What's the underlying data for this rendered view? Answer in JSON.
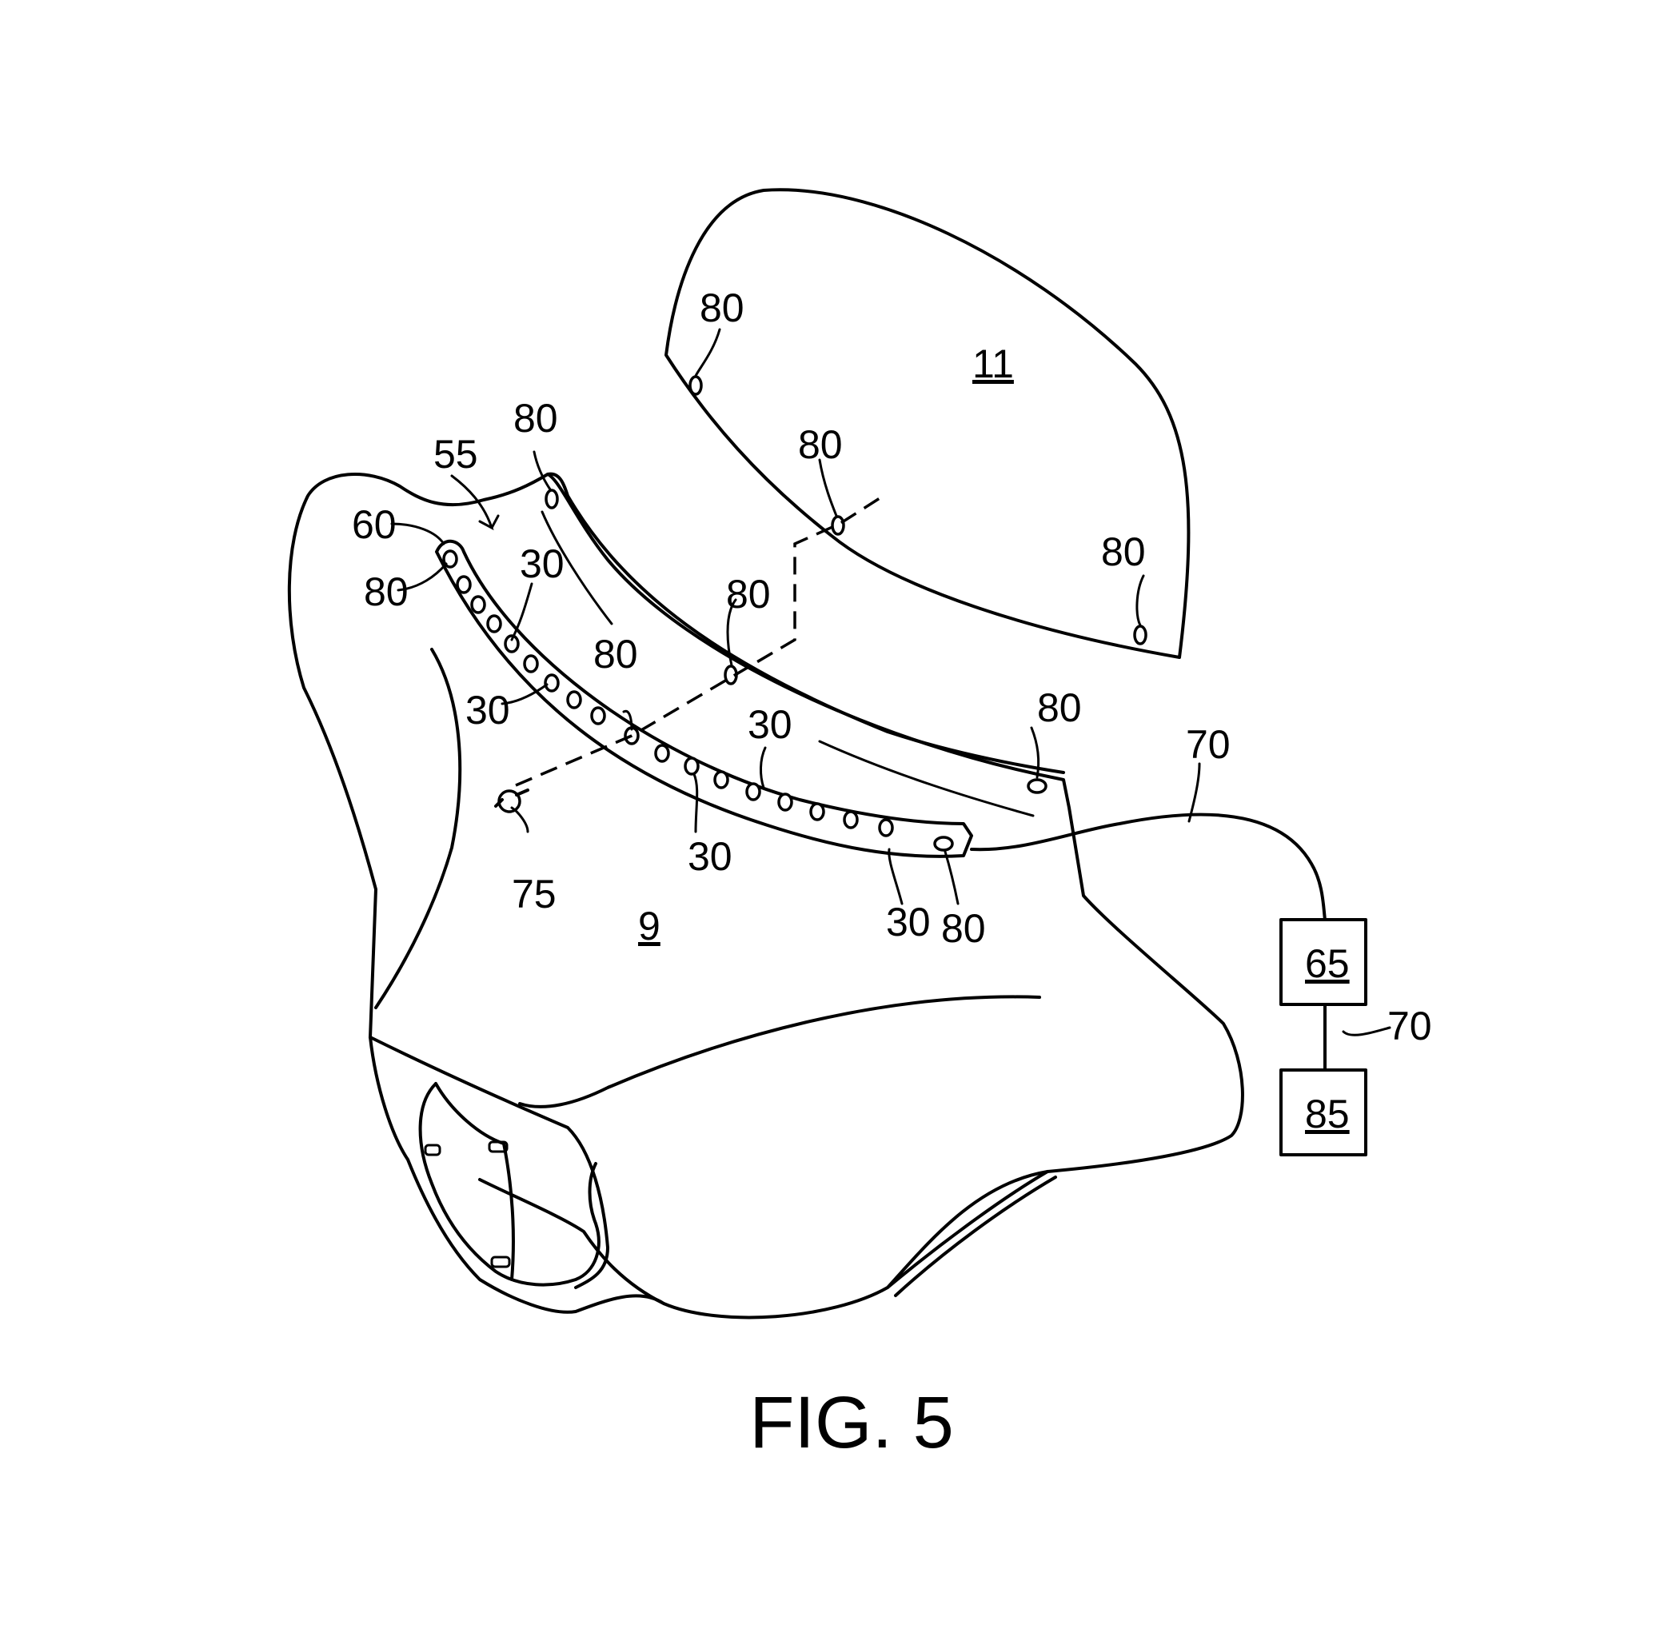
{
  "figure": {
    "caption": "FIG. 5"
  },
  "labels": {
    "shield_11": "11",
    "body_9": "9",
    "area_55": "55",
    "strip_60": "60",
    "cable_70_upper": "70",
    "cable_70_lower": "70",
    "screw_75": "75",
    "box_65": "65",
    "box_85": "85",
    "ref_80": "80",
    "ref_30": "30"
  }
}
